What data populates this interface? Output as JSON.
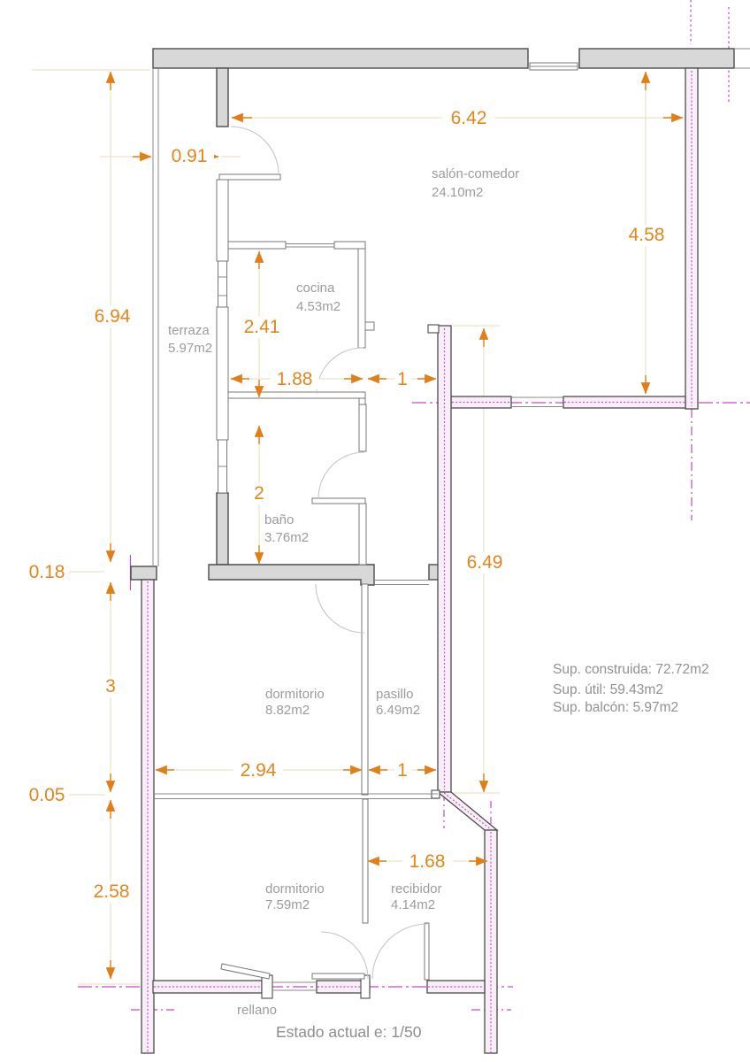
{
  "meta": {
    "title": "Estado actual  e: 1/50",
    "landing": "rellano"
  },
  "rooms": [
    {
      "name": "salón-comedor",
      "area": "24.10m2"
    },
    {
      "name": "cocina",
      "area": "4.53m2"
    },
    {
      "name": "terraza",
      "area": "5.97m2"
    },
    {
      "name": "baño",
      "area": "3.76m2"
    },
    {
      "name": "dormitorio",
      "area": "8.82m2"
    },
    {
      "name": "pasillo",
      "area": "6.49m2"
    },
    {
      "name": "dormitorio",
      "area": "7.59m2"
    },
    {
      "name": "recibidor",
      "area": "4.14m2"
    }
  ],
  "dims": {
    "top_width": "6.42",
    "terrace_width": "0.91",
    "salon_height": "4.58",
    "left_height": "6.94",
    "kitchen_height": "2.41",
    "kitchen_width": "1.88",
    "kitchen_gap": "1",
    "bath_height": "2",
    "wall_thickness": "0.18",
    "corridor_height": "6.49",
    "bedroom1_height": "3",
    "bedroom1_width": "2.94",
    "hall_width": "1",
    "partition_thickness": "0.05",
    "bedroom2_height": "2.58",
    "entry_width": "1.68"
  },
  "summary": {
    "line1": "Sup. construida: 72.72m2",
    "line2": "Sup. útil: 59.43m2",
    "line3": "Sup. balcón: 5.97m2"
  },
  "colors": {
    "dimension": "#e0861c",
    "wall_fill": "#d8d8d8",
    "axis_magenta": "#c04ac0",
    "label_gray": "#9c9c9c"
  }
}
